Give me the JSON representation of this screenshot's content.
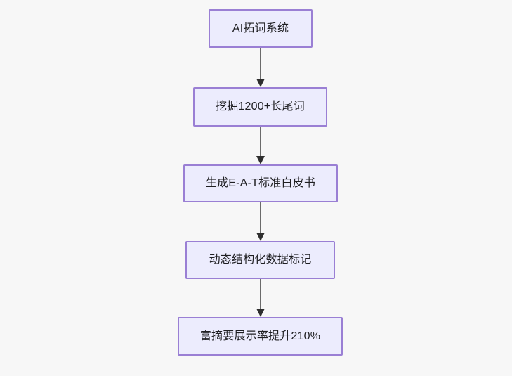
{
  "diagram": {
    "type": "flowchart",
    "orientation": "top-to-bottom",
    "background_color": "#f7f7f7",
    "node_fill_color": "#ececfd",
    "node_border_color": "#9a7fd4",
    "node_text_color": "#1f1f22",
    "edge_color": "#6b6b6b",
    "arrowhead_color": "#2e2e2e",
    "nodes": [
      {
        "id": "n1",
        "label": "AI拓词系统"
      },
      {
        "id": "n2",
        "label": "挖掘1200+长尾词"
      },
      {
        "id": "n3",
        "label": "生成E-A-T标准白皮书"
      },
      {
        "id": "n4",
        "label": "动态结构化数据标记"
      },
      {
        "id": "n5",
        "label": "富摘要展示率提升210%"
      }
    ],
    "edges": [
      {
        "from": "n1",
        "to": "n2",
        "label": ""
      },
      {
        "from": "n2",
        "to": "n3",
        "label": ""
      },
      {
        "from": "n3",
        "to": "n4",
        "label": ""
      },
      {
        "from": "n4",
        "to": "n5",
        "label": ""
      }
    ]
  }
}
